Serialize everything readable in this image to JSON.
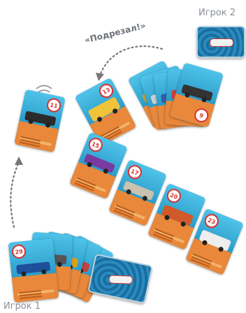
{
  "players": {
    "player1": {
      "label": "Игрок 1"
    },
    "player2": {
      "label": "Игрок 2"
    }
  },
  "callout": {
    "text": "«Подрезал!»"
  },
  "center_cards": [
    {
      "number": "11",
      "vehicle": "black-pickup-truck"
    },
    {
      "number": "13",
      "vehicle": "yellow-bus"
    },
    {
      "number": "15",
      "vehicle": "purple-sports-car"
    },
    {
      "number": "17",
      "vehicle": "silver-sedan"
    },
    {
      "number": "20",
      "vehicle": "orange-suv"
    },
    {
      "number": "23",
      "vehicle": "white-tanker-truck"
    }
  ],
  "player1_hand": [
    {
      "number": "29",
      "vehicle": "blue-car"
    }
  ],
  "player2_hand": [
    {
      "number": "9",
      "vehicle": "cars"
    }
  ],
  "colors": {
    "card_sky": "#3fb4e0",
    "card_ground": "#e9873a",
    "badge_red": "#d8322f",
    "deck_blue": "#1c77a8"
  }
}
